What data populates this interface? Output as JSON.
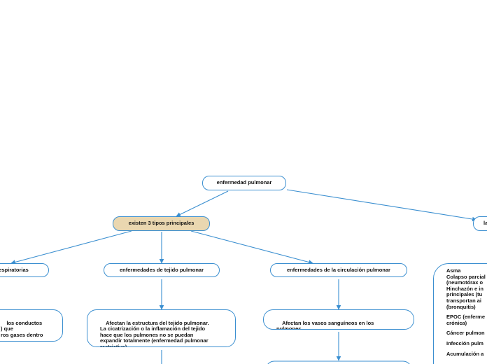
{
  "diagram": {
    "root": "enfermedad pulmonar",
    "types_node": "existen 3 tipos  principales",
    "right_partial_title": "la",
    "categories": [
      "s respiratorias",
      "enfermedades de tejido pulmonar",
      "enfermedades de la circulación pulmonar"
    ],
    "descriptions": [
      "los conductos\n) que\nros gases dentro",
      "Afectan la estructura del tejido pulmonar.\nLa cicatrización o la inflamación del tejido\nhace que los pulmones no se puedan\nexpandir totalmente (enfermedad pulmonar\nrestrictiva).",
      "Afectan los vasos sanguíneos en los\npulmones"
    ],
    "list_items": [
      "Asma\nColapso parcial\n(neumotórax o\nHinchazón e in\nprincipales (tu\ntransportan ai\n(bronquitis)",
      "EPOC (enferme\ncrónica)",
      "Cáncer pulmon",
      "Infección pulm",
      "Acumulación a"
    ],
    "colors": {
      "border": "#3b8fd0",
      "connector": "#3b8fd0",
      "highlight_fill": "#ead7b0"
    }
  }
}
